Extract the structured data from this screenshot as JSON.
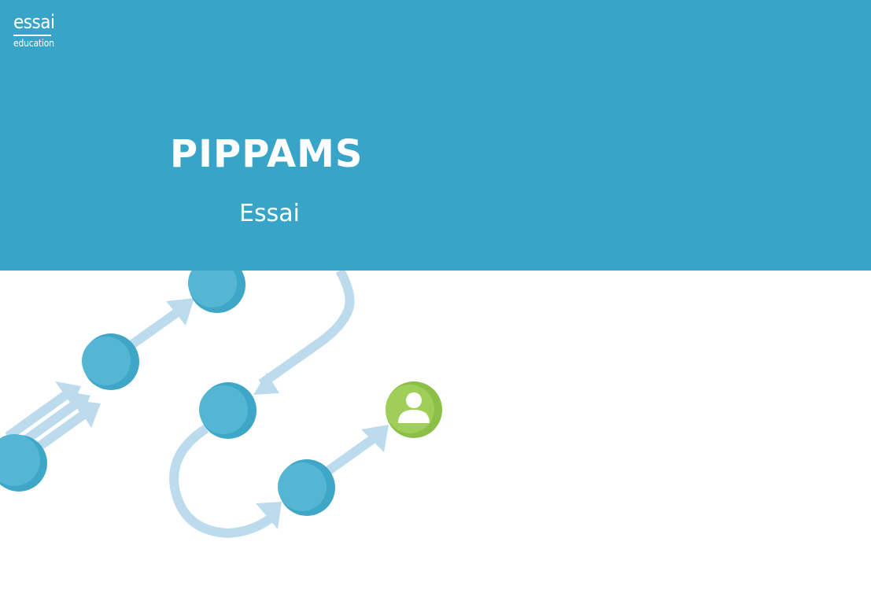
{
  "logo": {
    "word": "essai",
    "sub": "education"
  },
  "slide": {
    "title": "PIPPAMS",
    "subtitle": "Essai"
  },
  "colors": {
    "header_band": "#38a5c8",
    "node_blue": "#4fb4d0",
    "node_blue_shadow": "#3ea6c7",
    "arrow_light_blue": "#bcdcee",
    "person_green": "#9cce54",
    "person_green_shadow": "#8bbf48"
  },
  "icons": {
    "person": "person-icon"
  }
}
